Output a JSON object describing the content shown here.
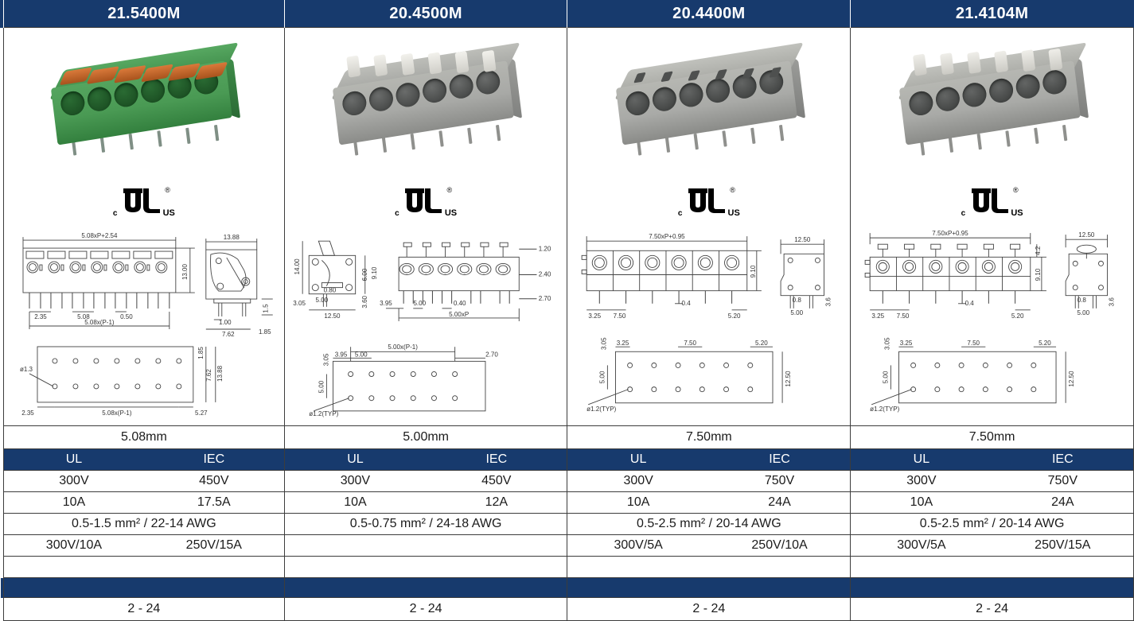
{
  "table": {
    "accent_blue": "#173a6d",
    "border_color": "#3c3c3c"
  },
  "columns": [
    {
      "part_number": "21.5400M",
      "photo": {
        "name": "terminal-block-photo-21-5400m",
        "body_color": "#4a9a54",
        "body_color_dark": "#2f7a3c",
        "lever_color": "#c96a2a",
        "lever_color_dark": "#a8531d",
        "hole_color": "#1f5a2c",
        "pin_color": "#8a9a8f",
        "poles": 6,
        "actuator_type": "orange-lever"
      },
      "certification": {
        "mark": "UL",
        "prefix": "c",
        "suffix": "US",
        "registered": "®"
      },
      "drawing": {
        "front_view": {
          "overall": "5.08xP+2.54",
          "height": "13.00",
          "dims": [
            "2.35",
            "5.08",
            "0.50"
          ],
          "pitch_span": "5.08x(P-1)"
        },
        "side_view": {
          "width": "13.88",
          "dims": [
            "1.00",
            "7.62",
            "1.85",
            "1.5"
          ]
        },
        "pcb_layout": {
          "hole_dia": "ø1.3",
          "dims": [
            "2.35",
            "5.08x(P-1)",
            "5.27"
          ],
          "vertical_dims": [
            "1.85",
            "7.62",
            "13.88"
          ],
          "rows": 2,
          "holes_per_row": 7
        }
      },
      "pitch": "5.08mm",
      "standards": {
        "ul": "UL",
        "iec": "IEC"
      },
      "voltage": {
        "ul": "300V",
        "iec": "450V"
      },
      "current": {
        "ul": "10A",
        "iec": "17.5A"
      },
      "wire_range": "0.5-1.5 mm² / 22-14 AWG",
      "ratings2": {
        "ul": "300V/10A",
        "iec": "250V/15A"
      },
      "blank": "",
      "poles": "2 - 24"
    },
    {
      "part_number": "20.4500M",
      "photo": {
        "name": "terminal-block-photo-20-4500m",
        "body_color": "#a8a9a6",
        "body_color_dark": "#8d8e8b",
        "lever_color": "#e6e5e0",
        "lever_color_dark": "#c9c8c2",
        "hole_color": "#4f5150",
        "pin_color": "#9b9c99",
        "poles": 6,
        "actuator_type": "white-push-button"
      },
      "certification": {
        "mark": "UL",
        "prefix": "c",
        "suffix": "US",
        "registered": "®"
      },
      "drawing": {
        "side_view": {
          "height": "14.00",
          "dims": [
            "9.10",
            "6.00",
            "3.60",
            "0.80",
            "5.00",
            "12.50",
            "3.05"
          ]
        },
        "front_view": {
          "dims": [
            "1.20",
            "2.40",
            "2.70",
            "3.95",
            "5.00",
            "0.40"
          ],
          "overall": "5.00xP"
        },
        "pcb_layout": {
          "hole_dia": "ø1.2(TYP)",
          "span": "5.00x(P-1)",
          "dims": [
            "3.05",
            "3.95",
            "5.00",
            "2.70"
          ],
          "rows": 2,
          "holes_per_row": 6
        }
      },
      "pitch": "5.00mm",
      "standards": {
        "ul": "UL",
        "iec": "IEC"
      },
      "voltage": {
        "ul": "300V",
        "iec": "450V"
      },
      "current": {
        "ul": "10A",
        "iec": "12A"
      },
      "wire_range": "0.5-0.75 mm² / 24-18 AWG",
      "ratings2": {
        "ul": "",
        "iec": ""
      },
      "blank": "",
      "poles": "2 - 24"
    },
    {
      "part_number": "20.4400M",
      "photo": {
        "name": "terminal-block-photo-20-4400m",
        "body_color": "#a9aaa7",
        "body_color_dark": "#8e8f8c",
        "lever_color": "#9a9b98",
        "lever_color_dark": "#7d7e7b",
        "hole_color": "#4a4c4b",
        "pin_color": "#9b9c99",
        "poles": 6,
        "actuator_type": "square-slot"
      },
      "certification": {
        "mark": "UL",
        "prefix": "c",
        "suffix": "US",
        "registered": "®"
      },
      "drawing": {
        "front_view": {
          "overall": "7.50xP+0.95",
          "height": "9.10",
          "dims": [
            "3.25",
            "7.50",
            "0.4",
            "5.20"
          ]
        },
        "side_view": {
          "width": "12.50",
          "dims": [
            "0.8",
            "3.6",
            "5.00"
          ]
        },
        "pcb_layout": {
          "hole_dia": "ø1.2(TYP)",
          "dims": [
            "3.05",
            "3.25",
            "7.50",
            "5.20",
            "5.00",
            "12.50"
          ],
          "rows": 2,
          "holes_per_row": 6
        }
      },
      "pitch": "7.50mm",
      "standards": {
        "ul": "UL",
        "iec": "IEC"
      },
      "voltage": {
        "ul": "300V",
        "iec": "750V"
      },
      "current": {
        "ul": "10A",
        "iec": "24A"
      },
      "wire_range": "0.5-2.5 mm² / 20-14 AWG",
      "ratings2": {
        "ul": "300V/5A",
        "iec": "250V/10A"
      },
      "blank": "",
      "poles": "2 - 24"
    },
    {
      "part_number": "21.4104M",
      "photo": {
        "name": "terminal-block-photo-21-4104m",
        "body_color": "#a9aaa7",
        "body_color_dark": "#8e8f8c",
        "lever_color": "#e3e2dd",
        "lever_color_dark": "#c6c5bf",
        "hole_color": "#4a4c4b",
        "pin_color": "#9b9c99",
        "poles": 6,
        "actuator_type": "white-push-button"
      },
      "certification": {
        "mark": "UL",
        "prefix": "c",
        "suffix": "US",
        "registered": "®"
      },
      "drawing": {
        "front_view": {
          "overall": "7.50xP+0.95",
          "height": "9.10",
          "dims": [
            "3.25",
            "7.50",
            "0.4",
            "5.20",
            "4.2"
          ]
        },
        "side_view": {
          "width": "12.50",
          "dims": [
            "0.8",
            "3.6",
            "5.00"
          ]
        },
        "pcb_layout": {
          "hole_dia": "ø1.2(TYP)",
          "dims": [
            "3.05",
            "3.25",
            "7.50",
            "5.20",
            "5.00",
            "12.50"
          ],
          "rows": 2,
          "holes_per_row": 6
        }
      },
      "pitch": "7.50mm",
      "standards": {
        "ul": "UL",
        "iec": "IEC"
      },
      "voltage": {
        "ul": "300V",
        "iec": "750V"
      },
      "current": {
        "ul": "10A",
        "iec": "24A"
      },
      "wire_range": "0.5-2.5 mm² / 20-14 AWG",
      "ratings2": {
        "ul": "300V/5A",
        "iec": "250V/15A"
      },
      "blank": "",
      "poles": "2 - 24"
    }
  ]
}
